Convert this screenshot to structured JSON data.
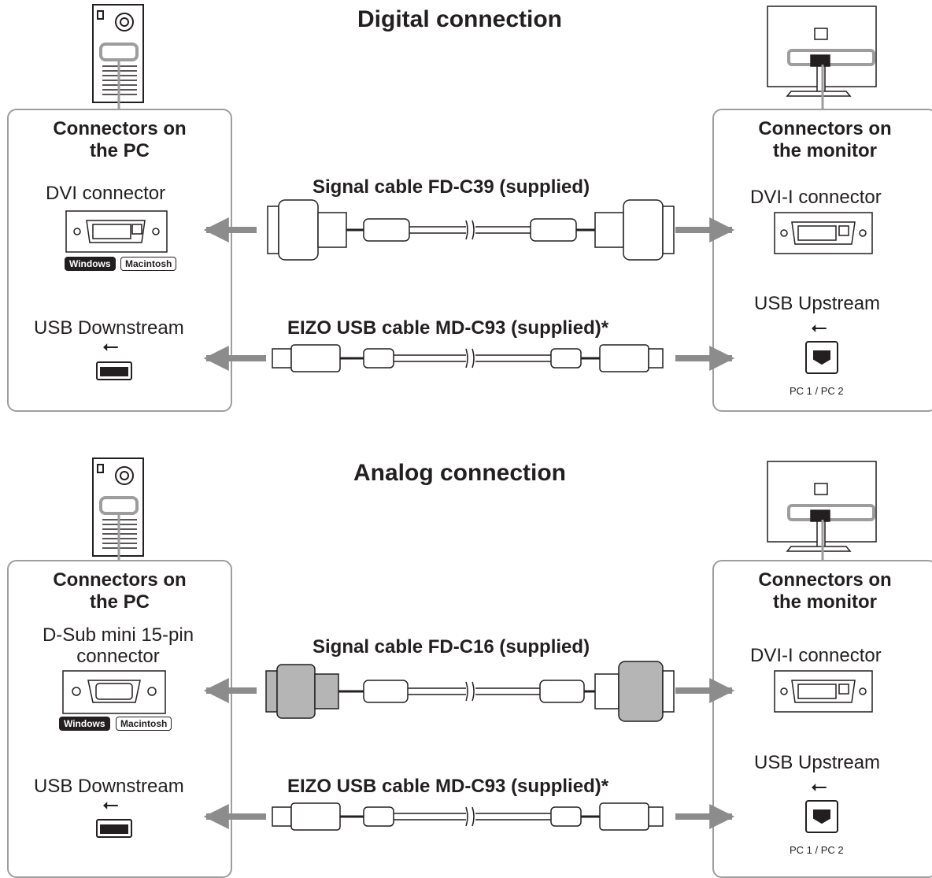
{
  "digital": {
    "title": "Digital connection",
    "pc_box_title": [
      "Connectors on",
      "the PC"
    ],
    "monitor_box_title": [
      "Connectors on",
      "the monitor"
    ],
    "pc_video_label": "DVI connector",
    "pc_usb_label": "USB Downstream",
    "monitor_video_label": "DVI-I connector",
    "monitor_usb_label": "USB Upstream",
    "monitor_usb_ports": "PC 1 / PC 2",
    "signal_cable": "Signal cable FD-C39 (supplied)",
    "usb_cable": "EIZO USB cable MD-C93 (supplied)*",
    "badge_windows": "Windows",
    "badge_macintosh": "Macintosh"
  },
  "analog": {
    "title": "Analog connection",
    "pc_box_title": [
      "Connectors on",
      "the PC"
    ],
    "monitor_box_title": [
      "Connectors on",
      "the monitor"
    ],
    "pc_video_label": [
      "D-Sub mini 15-pin",
      "connector"
    ],
    "pc_usb_label": "USB Downstream",
    "monitor_video_label": "DVI-I connector",
    "monitor_usb_label": "USB Upstream",
    "monitor_usb_ports": "PC 1 / PC 2",
    "signal_cable": "Signal cable FD-C16 (supplied)",
    "usb_cable": "EIZO USB cable MD-C93 (supplied)*",
    "badge_windows": "Windows",
    "badge_macintosh": "Macintosh"
  },
  "colors": {
    "arrow": "#8c8c8c",
    "box_border": "#9d9d9d",
    "ink": "#231f20",
    "connector_gray": "#b5b5b5"
  }
}
